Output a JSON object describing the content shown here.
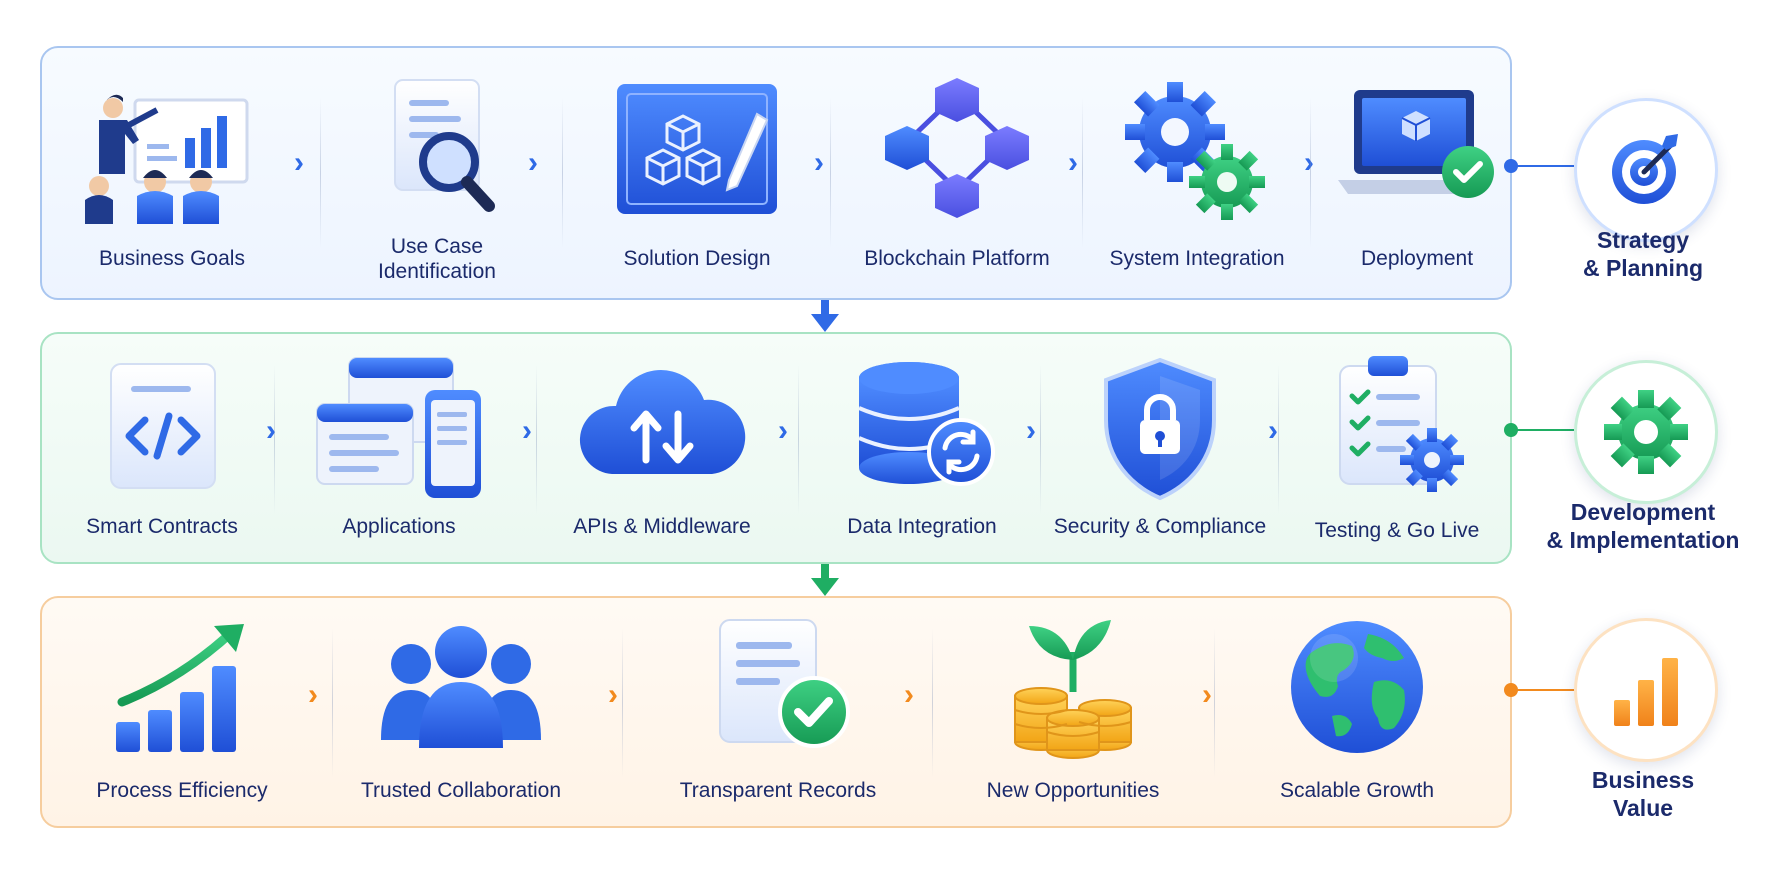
{
  "rows": [
    {
      "steps": [
        "Business Goals",
        "Use Case\nIdentification",
        "Solution Design",
        "Blockchain Platform",
        "System Integration",
        "Deployment"
      ]
    },
    {
      "steps": [
        "Smart Contracts",
        "Applications",
        "APIs & Middleware",
        "Data Integration",
        "Security & Compliance",
        "Testing & Go Live"
      ]
    },
    {
      "steps": [
        "Process Efficiency",
        "Trusted Collaboration",
        "Transparent Records",
        "New Opportunities",
        "Scalable Growth"
      ]
    }
  ],
  "phases": [
    {
      "label": "Strategy\n& Planning",
      "icon": "target-icon",
      "color": "#2f6ae6"
    },
    {
      "label": "Development\n& Implementation",
      "icon": "gear-icon",
      "color": "#1fae63"
    },
    {
      "label": "Business\nValue",
      "icon": "bar-chart-icon",
      "color": "#f28a1e"
    }
  ],
  "colors": {
    "blue": "#2f6ae6",
    "green": "#1fae63",
    "orange": "#f28a1e",
    "text": "#1b2a6b"
  },
  "icons": [
    [
      "presentation-icon",
      "document-search-icon",
      "blueprint-icon",
      "network-blocks-icon",
      "gears-icon",
      "laptop-check-icon"
    ],
    [
      "code-document-icon",
      "app-windows-icon",
      "cloud-sync-icon",
      "database-sync-icon",
      "shield-lock-icon",
      "checklist-gear-icon"
    ],
    [
      "growth-chart-icon",
      "people-icon",
      "document-check-icon",
      "coins-plant-icon",
      "globe-icon"
    ]
  ]
}
